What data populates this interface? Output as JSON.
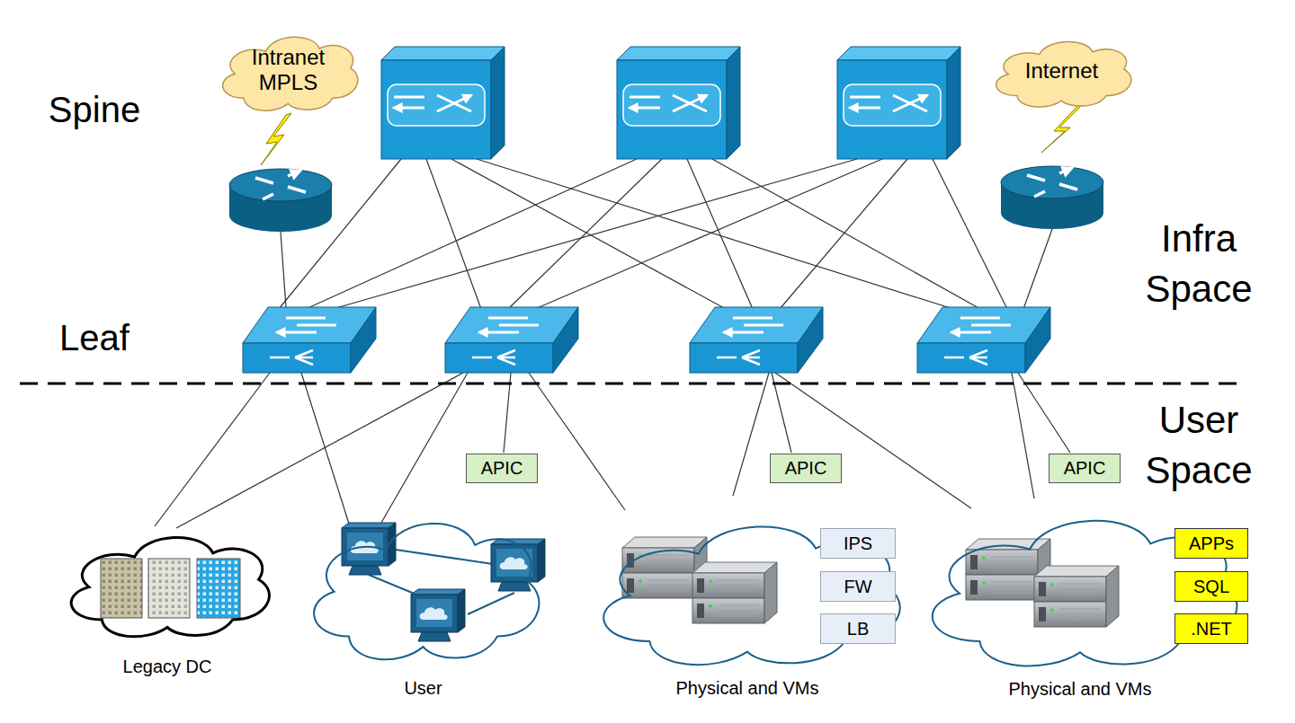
{
  "diagram": {
    "nodes": [
      {
        "text": [
          "Intranet MPLS"
        ]
      },
      {
        "text": [
          "Internet"
        ]
      },
      {
        "text": [
          "APIC"
        ]
      },
      {
        "text": [
          "APIC"
        ]
      },
      {
        "text": [
          "APIC"
        ]
      },
      {
        "text": [
          "Legacy DC"
        ]
      },
      {
        "text": [
          "User"
        ]
      },
      {
        "text": [
          "Physical and VMs"
        ]
      },
      {
        "text": [
          "IPS"
        ],
        "in": 7
      },
      {
        "text": [
          "FW"
        ],
        "in": 7
      },
      {
        "text": [
          "LB"
        ],
        "in": 7
      },
      {
        "text": [
          "Physical and VMs"
        ]
      },
      {
        "text": [
          "APPs"
        ]
      },
      {
        "text": [
          "SQL"
        ]
      },
      {
        "text": [
          ".NET"
        ]
      }
    ],
    "labels": [
      "Spine",
      "Leaf",
      "Infra Space",
      "User Space"
    ]
  }
}
